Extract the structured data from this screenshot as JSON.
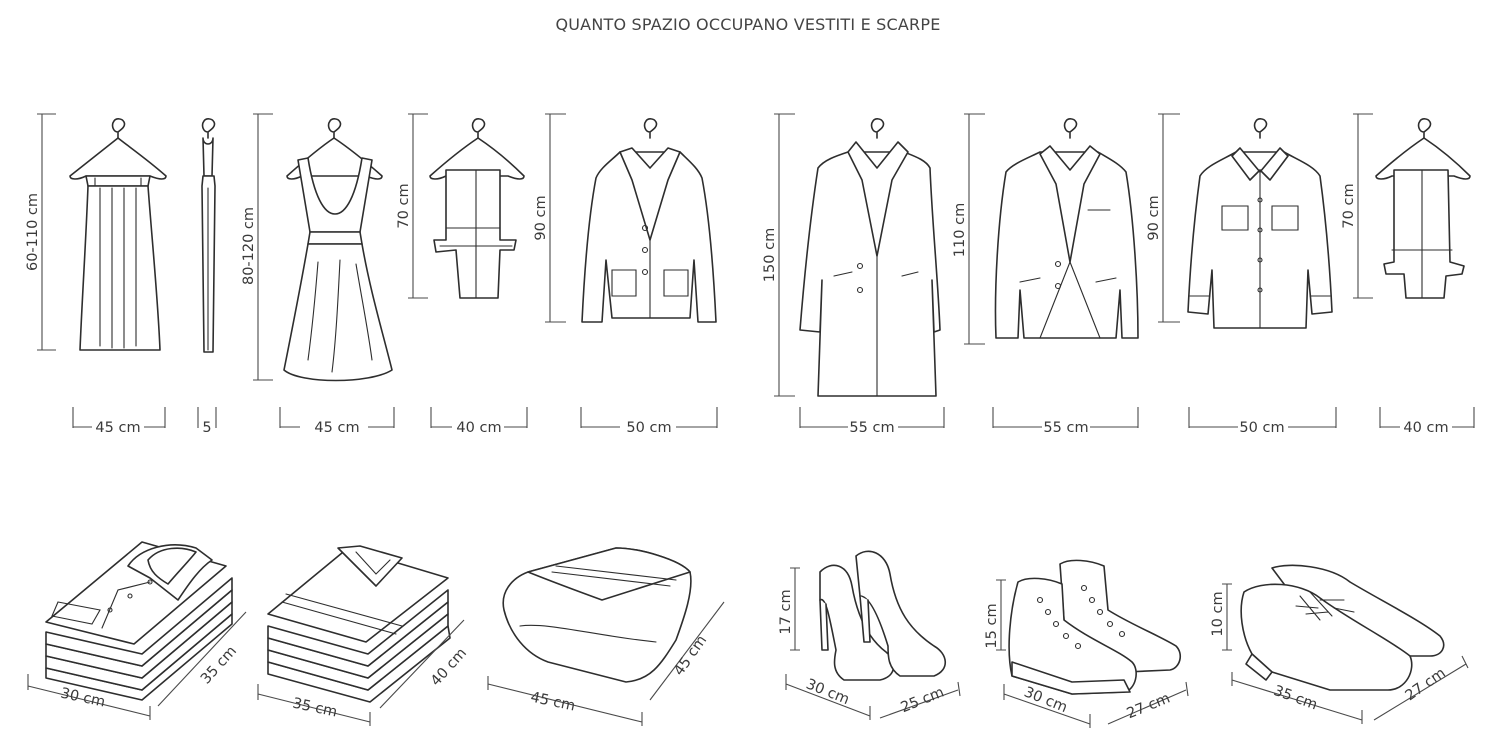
{
  "title": "QUANTO SPAZIO OCCUPANO VESTITI E SCARPE",
  "hanging": [
    {
      "icon": "skirt-on-hanger-icon",
      "height": "60-110 cm",
      "width": "45 cm"
    },
    {
      "icon": "folded-skirt-side-icon",
      "width": "5"
    },
    {
      "icon": "dress-on-hanger-icon",
      "height": "80-120 cm",
      "width": "45 cm"
    },
    {
      "icon": "short-trousers-icon",
      "height": "70 cm",
      "width": "40 cm"
    },
    {
      "icon": "womens-jacket-icon",
      "height": "90 cm",
      "width": "50 cm"
    },
    {
      "icon": "long-coat-icon",
      "height": "150 cm",
      "width": "55 cm"
    },
    {
      "icon": "mens-blazer-icon",
      "height": "110 cm",
      "width": "55 cm"
    },
    {
      "icon": "shirt-on-hanger-icon",
      "height": "90 cm",
      "width": "50 cm"
    },
    {
      "icon": "trousers-on-hanger-icon",
      "height": "70 cm",
      "width": "40 cm"
    }
  ],
  "folded": [
    {
      "icon": "folded-shirts-stack-icon",
      "width": "30 cm",
      "depth": "35 cm"
    },
    {
      "icon": "folded-sweaters-stack-icon",
      "width": "35 cm",
      "depth": "40 cm"
    },
    {
      "icon": "folded-towel-icon",
      "width": "45 cm",
      "depth": "45 cm"
    }
  ],
  "shoes": [
    {
      "icon": "high-heels-icon",
      "height": "17 cm",
      "length": "30 cm",
      "width": "25 cm"
    },
    {
      "icon": "sneakers-icon",
      "height": "15 cm",
      "length": "30 cm",
      "width": "27 cm"
    },
    {
      "icon": "mens-shoes-icon",
      "height": "10 cm",
      "length": "35 cm",
      "width": "27 cm"
    }
  ]
}
